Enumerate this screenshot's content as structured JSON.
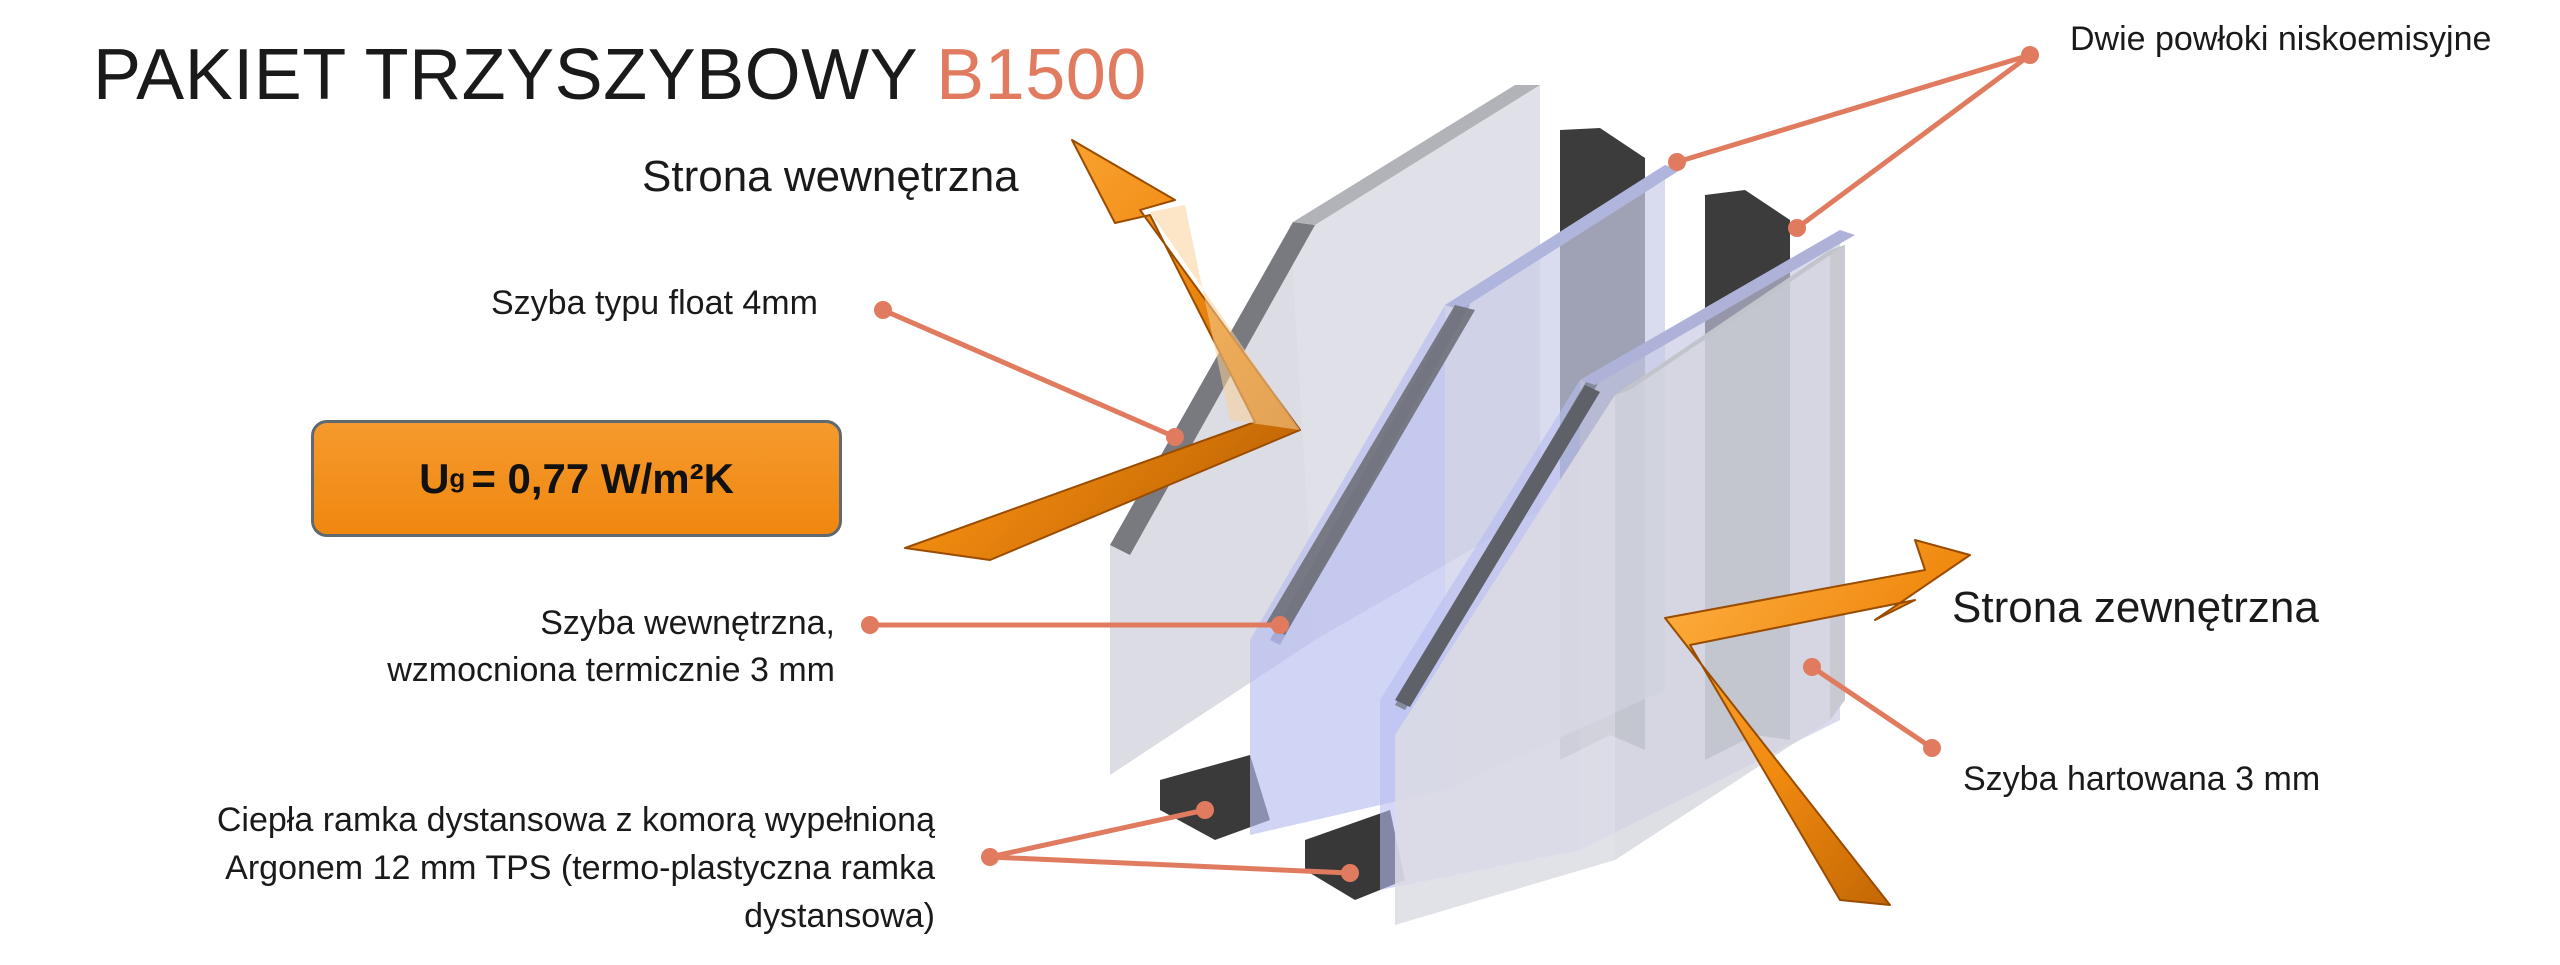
{
  "title": {
    "main": "PAKIET TRZYSZYBOWY",
    "accent": "B1500"
  },
  "sides": {
    "inner": "Strona wewnętrzna",
    "outer": "Strona zewnętrzna"
  },
  "labels": {
    "coatings": "Dwie powłoki niskoemisyjne",
    "float_pane": "Szyba typu float 4mm",
    "inner_pane_1": "Szyba wewnętrzna,",
    "inner_pane_2": "wzmocniona termicznie 3 mm",
    "tempered_pane": "Szyba hartowana 3 mm",
    "spacer_1": "Ciepła ramka dystansowa z komorą wypełnioną",
    "spacer_2": "Argonem 12 mm TPS (termo-plastyczna ramka",
    "spacer_3": "dystansowa)"
  },
  "ug": {
    "symbol": "U",
    "subscript": "g",
    "value": "= 0,77 W/m²K"
  },
  "colors": {
    "accent": "#e07b5f",
    "leader": "#e07b5f",
    "arrow": "#f0870f",
    "badge_fill": "#f0870f",
    "badge_border": "#5e6a6f",
    "glass": "#d9dae3",
    "glass_edge": "#a7a9ad",
    "coating": "#b7bdf0",
    "spacer": "#3a3a3a"
  },
  "icons": {
    "heat_flow": "arrow-icon"
  }
}
